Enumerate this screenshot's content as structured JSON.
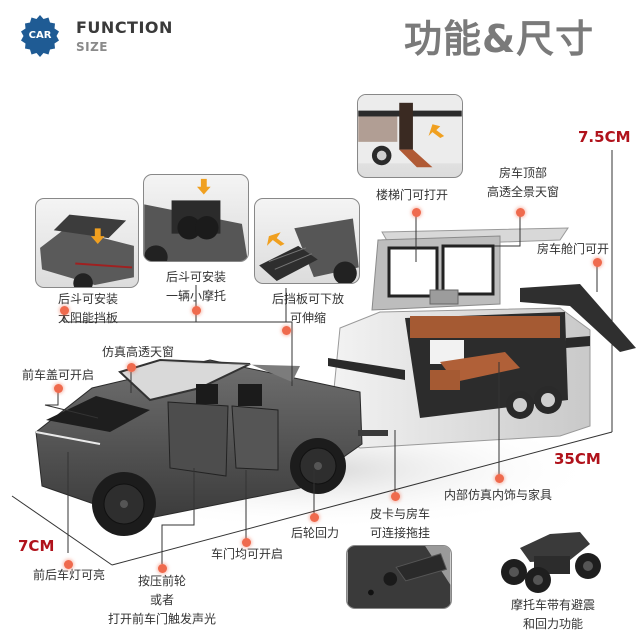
{
  "header": {
    "badge_label": "CAR",
    "title_en": "FUNCTION",
    "subtitle_en": "SIZE",
    "title_cn": "功能&尺寸",
    "badge_color": "#1f5b94"
  },
  "dimensions": {
    "height": "7.5CM",
    "length": "35CM",
    "width": "7CM",
    "color": "#b0121b"
  },
  "insets": [
    {
      "name": "solar-cover-inset",
      "caption_lines": [
        "后斗可安装",
        "太阳能挡板"
      ]
    },
    {
      "name": "motorbike-in-bed-inset",
      "caption_lines": [
        "后斗可安装",
        "一辆小摩托"
      ]
    },
    {
      "name": "tailgate-ramp-inset",
      "caption_lines": [
        "后挡板可下放",
        "可伸缩"
      ]
    },
    {
      "name": "trailer-stair-door-inset",
      "caption_lines": [
        "楼梯门可打开"
      ]
    },
    {
      "name": "hitch-inset",
      "caption_lines": []
    },
    {
      "name": "mini-motorbike",
      "caption_lines": [
        "摩托车带有避震",
        "和回力功能"
      ]
    }
  ],
  "callouts": {
    "rv_roof": [
      "房车顶部",
      "高透全景天窗"
    ],
    "rv_hatch": "房车舱门可开",
    "sunroof": "仿真高透天窗",
    "frunk": "前车盖可开启",
    "interior": "内部仿真内饰与家具",
    "hitch": [
      "皮卡与房车",
      "可连接拖挂"
    ],
    "pullback": "后轮回力",
    "doors": "车门均可开启",
    "lights": "前后车灯可亮",
    "sound": [
      "按压前轮",
      "或者",
      "打开前车门触发声光"
    ]
  },
  "colors": {
    "dot": "#ef6a4d",
    "line": "#333333",
    "label": "#333333",
    "title_gray": "#7a7a7a"
  }
}
